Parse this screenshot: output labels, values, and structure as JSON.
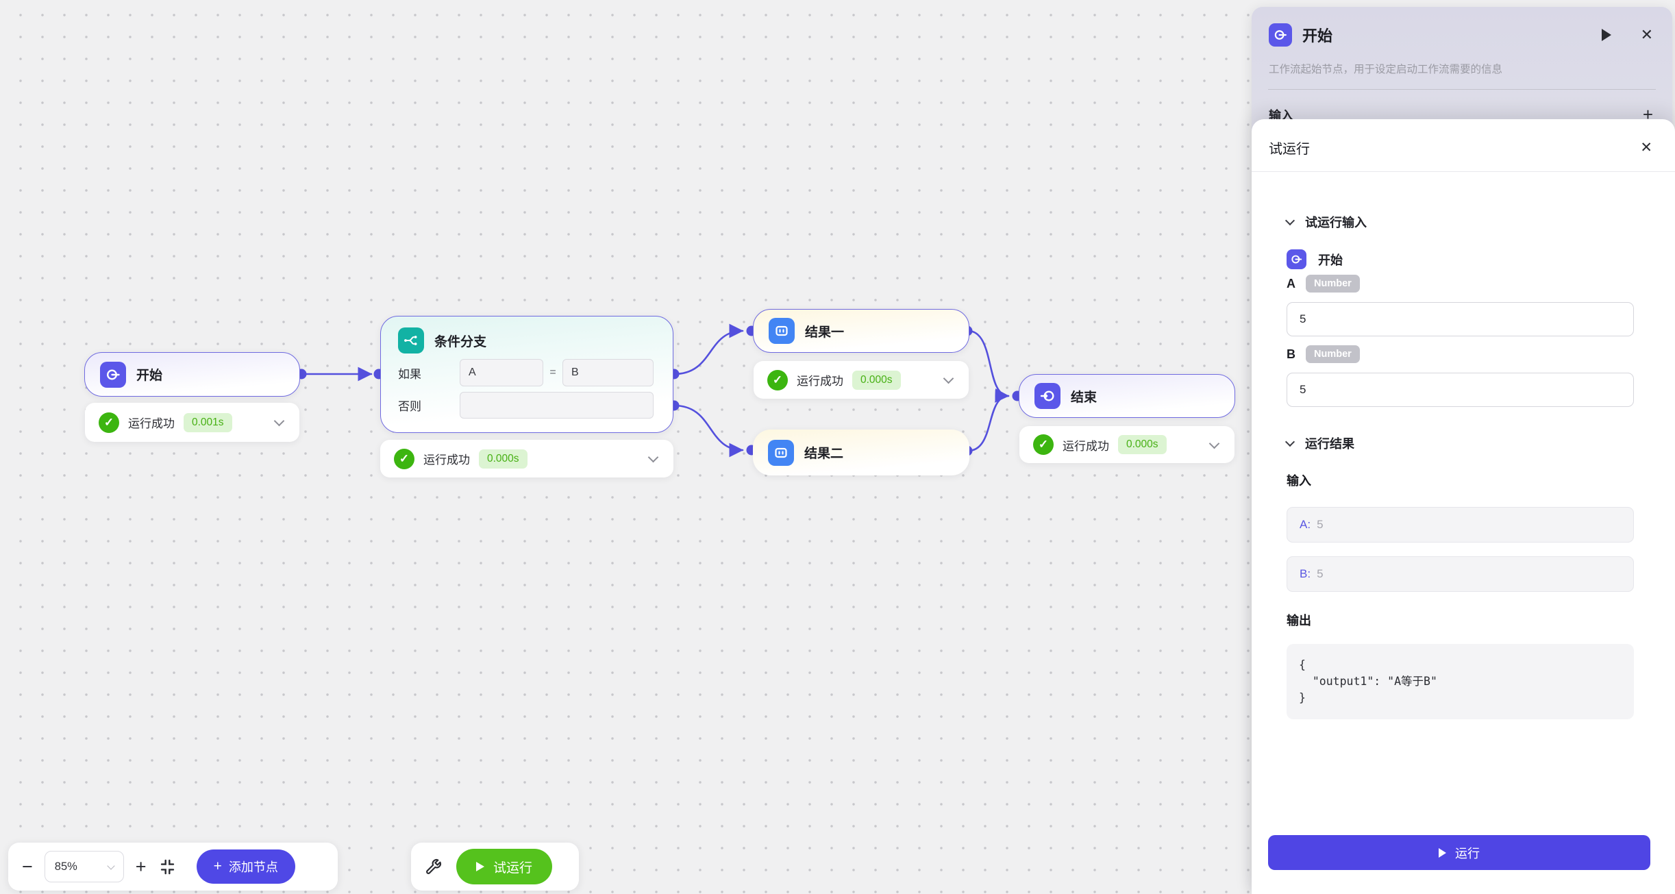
{
  "canvas": {
    "toolbar": {
      "zoom_level": "85%",
      "minus": "−",
      "plus": "+",
      "add_node_plus": "+",
      "add_node_label": "添加节点",
      "test_run_label": "试运行"
    },
    "nodes": [
      {
        "id": "start",
        "title": "开始",
        "status": "运行成功",
        "duration": "0.001s"
      },
      {
        "id": "condition",
        "title": "条件分支",
        "if_label": "如果",
        "else_label": "否则",
        "operand_a": "A",
        "operator": "=",
        "operand_b": "B",
        "status": "运行成功",
        "duration": "0.000s"
      },
      {
        "id": "result1",
        "title": "结果一",
        "status": "运行成功",
        "duration": "0.000s"
      },
      {
        "id": "result2",
        "title": "结果二"
      },
      {
        "id": "end",
        "title": "结束",
        "status": "运行成功",
        "duration": "0.000s"
      }
    ],
    "check_glyph": "✓"
  },
  "node_panel": {
    "title": "开始",
    "subtitle": "工作流起始节点，用于设定启动工作流需要的信息",
    "input_label": "输入",
    "add_input": "+",
    "close": "✕"
  },
  "test_run_panel": {
    "title": "试运行",
    "close": "✕",
    "input_section": {
      "label": "试运行输入",
      "node_title": "开始",
      "fields": [
        {
          "name": "A",
          "type": "Number",
          "value": "5"
        },
        {
          "name": "B",
          "type": "Number",
          "value": "5"
        }
      ]
    },
    "result_section": {
      "label": "运行结果",
      "input_label": "输入",
      "inputs": [
        {
          "prefix": "A:",
          "value": "5"
        },
        {
          "prefix": "B:",
          "value": "5"
        }
      ],
      "output_label": "输出",
      "output_code": "{\n  \"output1\": \"A等于B\"\n}"
    },
    "run_label": "运行"
  },
  "colors": {
    "accent_indigo": "#4f45e4",
    "edge": "#5450dd",
    "success_green": "#3cb510",
    "test_run_green": "#55c21d",
    "node_teal": "#12b2a4",
    "node_blue": "#4285f4"
  }
}
